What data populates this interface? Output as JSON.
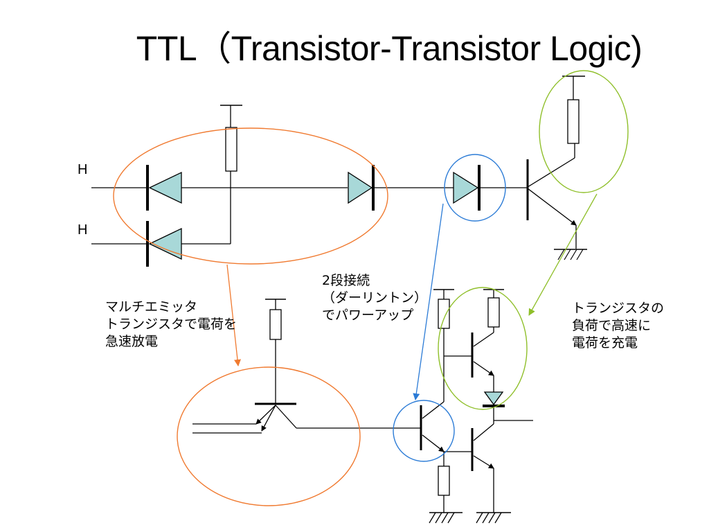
{
  "slide": {
    "title": "TTL（Transistor-Transistor Logic)",
    "input_labels": [
      "H",
      "H"
    ],
    "annotations": {
      "multi_emitter": [
        "マルチエミッタ",
        "トランジスタで電荷を",
        "急速放電"
      ],
      "darlington": [
        "2段接続",
        "（ダーリントン）",
        "でパワーアップ"
      ],
      "transistor_load": [
        "トランジスタの",
        "負荷で高速に",
        "電荷を充電"
      ]
    }
  },
  "colors": {
    "diode_fill": "#a8d8d8",
    "orange": "#f07a30",
    "blue": "#2b7bd6",
    "green": "#8fbf2a",
    "line": "#000000"
  }
}
